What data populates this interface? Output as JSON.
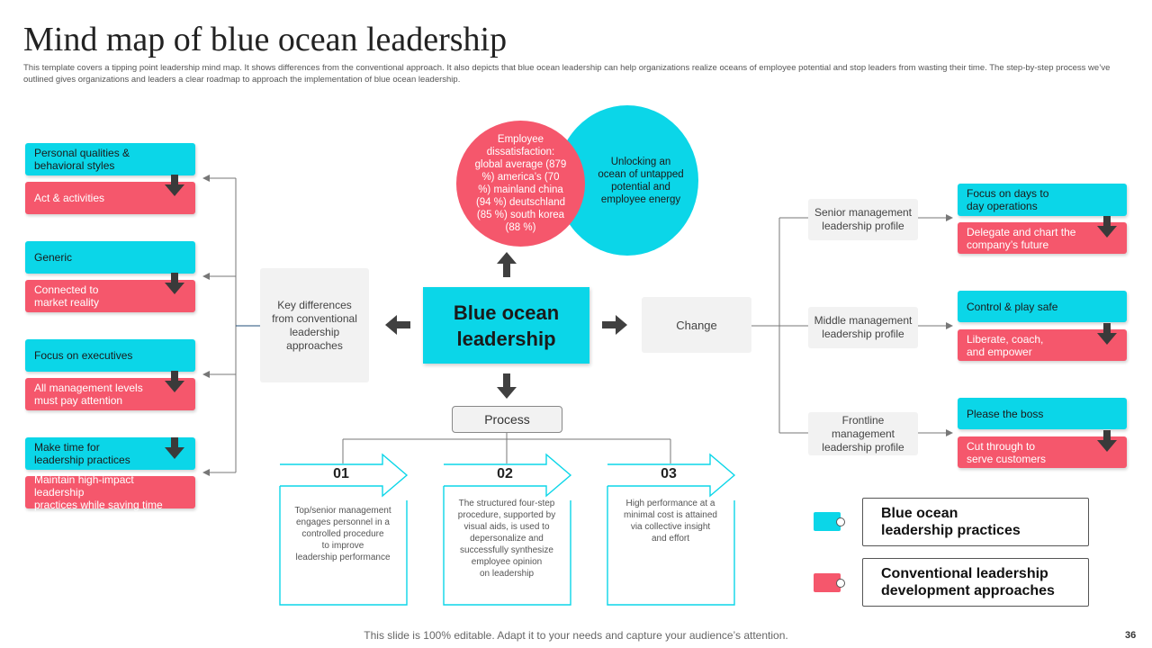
{
  "title": "Mind map of blue ocean leadership",
  "description": "This template covers a tipping point leadership mind map. It shows differences from the conventional approach. It also depicts that blue ocean leadership can help organizations realize oceans of employee potential and stop leaders from wasting their time. The step-by-step process we’ve outlined gives organizations and leaders a clear roadmap to approach the implementation  of blue ocean leadership.",
  "colors": {
    "blue_ocean": "#0bd6e8",
    "conventional": "#f5576c",
    "neutral": "#f2f2f2"
  },
  "left_pairs": [
    {
      "blue": "Personal qualities &\nbehavioral styles",
      "red": "Act & activities"
    },
    {
      "blue": "Generic",
      "red": "Connected to\nmarket reality"
    },
    {
      "blue": "Focus on executives",
      "red": "All management levels\nmust pay attention"
    },
    {
      "blue": "Make time for\nleadership practices",
      "red": "Maintain high-impact leadership\npractices while saving time"
    }
  ],
  "key_differences": "Key differences\nfrom conventional\nleadership\napproaches",
  "center": "Blue ocean\nleadership",
  "circles": {
    "red": "Employee\ndissatisfaction:\nglobal average (879\n%) america’s (70\n%) mainland china\n(94 %) deutschland\n(85 %) south korea\n(88 %)",
    "blue": "Unlocking an\nocean of untapped\npotential and\nemployee energy"
  },
  "change": "Change",
  "process": {
    "label": "Process",
    "steps": [
      {
        "num": "01",
        "text": "Top/senior management\nengages personnel in  a\ncontrolled procedure\nto improve\nleadership performance"
      },
      {
        "num": "02",
        "text": "The structured four-step\nprocedure, supported by\nvisual aids, is used to\ndepersonalize and\nsuccessfully synthesize\nemployee opinion\non leadership"
      },
      {
        "num": "03",
        "text": "High performance at a\nminimal  cost is attained\nvia collective insight\nand effort"
      }
    ]
  },
  "profiles": [
    {
      "label": "Senior management\nleadership profile",
      "blue": "Focus on days to\nday operations",
      "red": "Delegate and chart the\ncompany’s future"
    },
    {
      "label": "Middle management\nleadership profile",
      "blue": "Control & play safe",
      "red": "Liberate, coach,\nand empower"
    },
    {
      "label": "Frontline\nmanagement\nleadership profile",
      "blue": "Please the boss",
      "red": "Cut through to\nserve customers"
    }
  ],
  "legend": [
    {
      "label": "Blue ocean\nleadership practices",
      "color": "#0bd6e8"
    },
    {
      "label": "Conventional leadership\ndevelopment approaches",
      "color": "#f5576c"
    }
  ],
  "footer": "This slide is 100% editable. Adapt it to your needs and capture your audience’s attention.",
  "page_number": "36"
}
